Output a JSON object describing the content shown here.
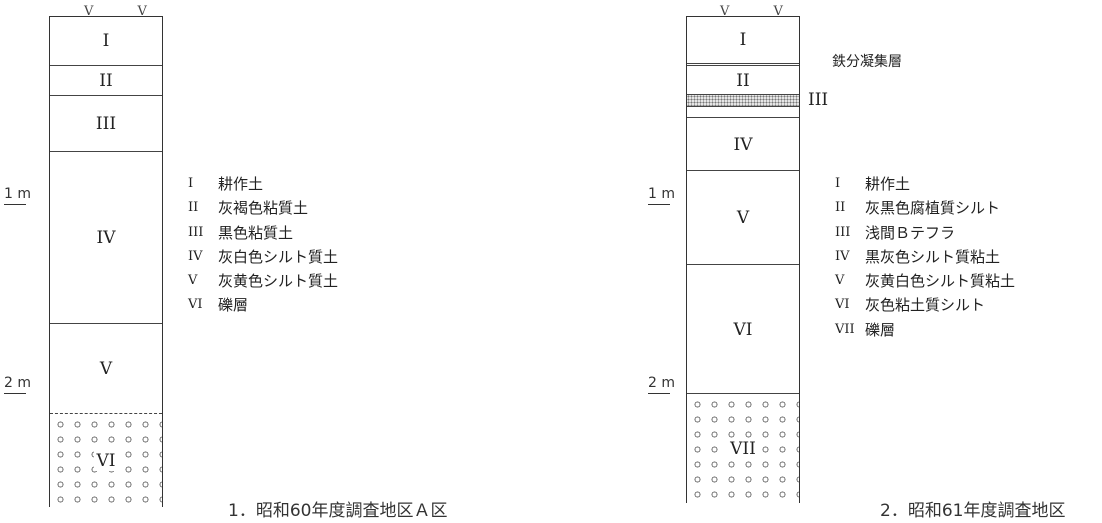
{
  "diagram1": {
    "top_mark": "V V",
    "layers": [
      "I",
      "II",
      "III",
      "IV",
      "V",
      "VI"
    ],
    "scale": [
      "1 m",
      "2 m"
    ],
    "legend": [
      {
        "key": "I",
        "text": "耕作土"
      },
      {
        "key": "II",
        "text": "灰褐色粘質土"
      },
      {
        "key": "III",
        "text": "黒色粘質土"
      },
      {
        "key": "IV",
        "text": "灰白色シルト質土"
      },
      {
        "key": "V",
        "text": "灰黄色シルト質土"
      },
      {
        "key": "VI",
        "text": "礫層"
      }
    ],
    "caption": "1．昭和60年度調査地区Ａ区"
  },
  "diagram2": {
    "top_mark": "V V",
    "layers": [
      "I",
      "II",
      "III",
      "IV",
      "V",
      "VI",
      "VII"
    ],
    "note": "鉄分凝集層",
    "scale": [
      "1 m",
      "2 m"
    ],
    "legend": [
      {
        "key": "I",
        "text": "耕作土"
      },
      {
        "key": "II",
        "text": "灰黒色腐植質シルト"
      },
      {
        "key": "III",
        "text": "浅間Ｂテフラ"
      },
      {
        "key": "IV",
        "text": "黒灰色シルト質粘土"
      },
      {
        "key": "V",
        "text": "灰黄白色シルト質粘土"
      },
      {
        "key": "VI",
        "text": "灰色粘土質シルト"
      },
      {
        "key": "VII",
        "text": "礫層"
      }
    ],
    "caption": "2．昭和61年度調査地区"
  }
}
